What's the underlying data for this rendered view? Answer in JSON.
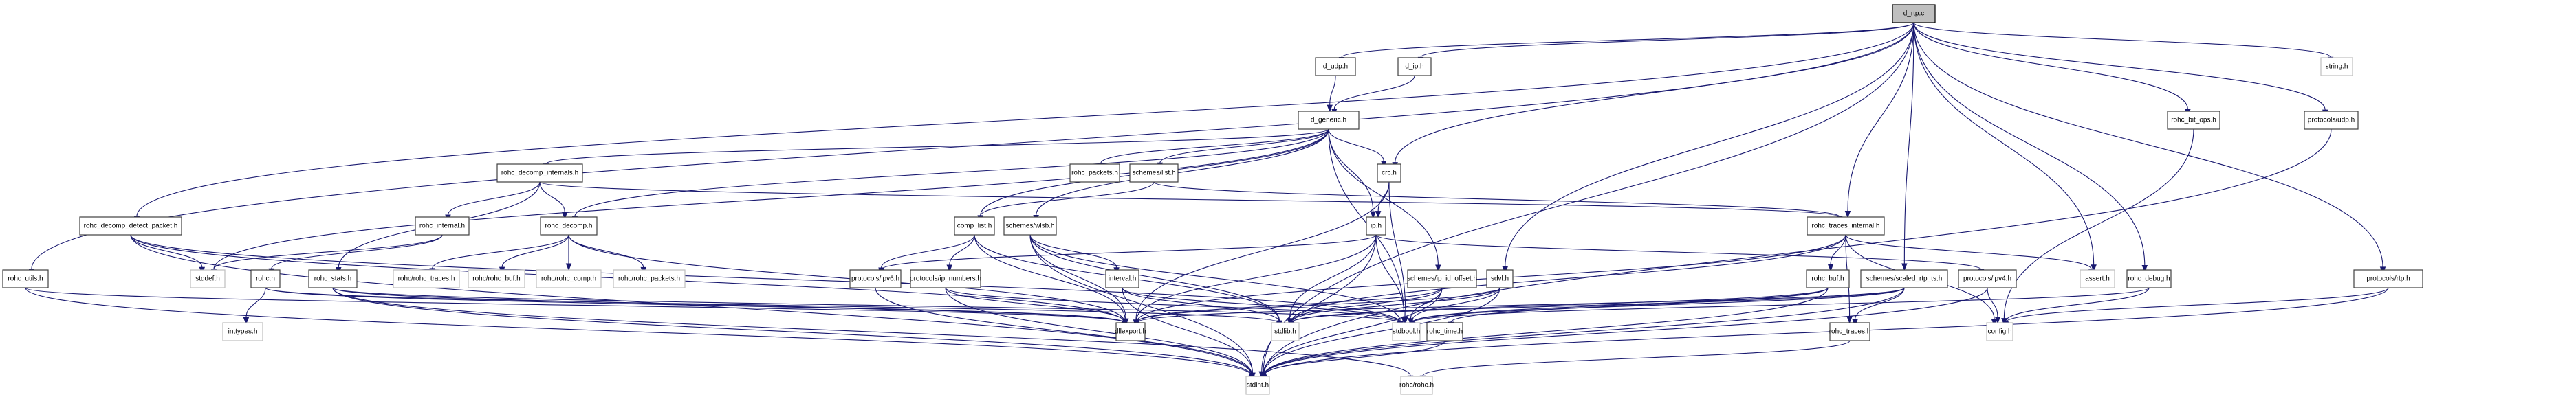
{
  "title": "d_rtp.c include dependency graph",
  "colors": {
    "edge": "#191970",
    "root_fill": "#bfbfbf",
    "documented_border": "#404040",
    "external_border": "#bfbfbf"
  },
  "nodes": [
    {
      "id": "d_rtp_c",
      "label": "d_rtp.c",
      "kind": "root"
    },
    {
      "id": "d_udp_h",
      "label": "d_udp.h",
      "kind": "documented"
    },
    {
      "id": "d_ip_h",
      "label": "d_ip.h",
      "kind": "documented"
    },
    {
      "id": "string_h",
      "label": "string.h",
      "kind": "external"
    },
    {
      "id": "d_generic_h",
      "label": "d_generic.h",
      "kind": "documented"
    },
    {
      "id": "rohc_bit_ops_h",
      "label": "rohc_bit_ops.h",
      "kind": "documented"
    },
    {
      "id": "protocols_udp_h",
      "label": "protocols/udp.h",
      "kind": "documented"
    },
    {
      "id": "rohc_decomp_internals_h",
      "label": "rohc_decomp_internals.h",
      "kind": "documented"
    },
    {
      "id": "rohc_packets_h",
      "label": "rohc_packets.h",
      "kind": "documented"
    },
    {
      "id": "schemes_list_h",
      "label": "schemes/list.h",
      "kind": "documented"
    },
    {
      "id": "crc_h",
      "label": "crc.h",
      "kind": "documented"
    },
    {
      "id": "rohc_decomp_detect_packet_h",
      "label": "rohc_decomp_detect_packet.h",
      "kind": "documented"
    },
    {
      "id": "rohc_internal_h",
      "label": "rohc_internal.h",
      "kind": "documented"
    },
    {
      "id": "rohc_decomp_h",
      "label": "rohc_decomp.h",
      "kind": "documented"
    },
    {
      "id": "comp_list_h",
      "label": "comp_list.h",
      "kind": "documented"
    },
    {
      "id": "schemes_wlsb_h",
      "label": "schemes/wlsb.h",
      "kind": "documented"
    },
    {
      "id": "ip_h",
      "label": "ip.h",
      "kind": "documented"
    },
    {
      "id": "rohc_traces_internal_h",
      "label": "rohc_traces_internal.h",
      "kind": "documented"
    },
    {
      "id": "rohc_utils_h",
      "label": "rohc_utils.h",
      "kind": "documented"
    },
    {
      "id": "stddef_h",
      "label": "stddef.h",
      "kind": "external"
    },
    {
      "id": "rohc_h",
      "label": "rohc.h",
      "kind": "documented"
    },
    {
      "id": "rohc_stats_h",
      "label": "rohc_stats.h",
      "kind": "documented"
    },
    {
      "id": "rohc_rohc_traces_h",
      "label": "rohc/rohc_traces.h",
      "kind": "external"
    },
    {
      "id": "rohc_rohc_buf_h",
      "label": "rohc/rohc_buf.h",
      "kind": "external"
    },
    {
      "id": "rohc_rohc_comp_h",
      "label": "rohc/rohc_comp.h",
      "kind": "external"
    },
    {
      "id": "rohc_rohc_packets_h",
      "label": "rohc/rohc_packets.h",
      "kind": "external"
    },
    {
      "id": "protocols_ipv6_h",
      "label": "protocols/ipv6.h",
      "kind": "documented"
    },
    {
      "id": "protocols_ip_numbers_h",
      "label": "protocols/ip_numbers.h",
      "kind": "documented"
    },
    {
      "id": "interval_h",
      "label": "interval.h",
      "kind": "documented"
    },
    {
      "id": "schemes_ip_id_offset_h",
      "label": "schemes/ip_id_offset.h",
      "kind": "documented"
    },
    {
      "id": "sdvl_h",
      "label": "sdvl.h",
      "kind": "documented"
    },
    {
      "id": "rohc_buf_h",
      "label": "rohc_buf.h",
      "kind": "documented"
    },
    {
      "id": "schemes_scaled_rtp_ts_h",
      "label": "schemes/scaled_rtp_ts.h",
      "kind": "documented"
    },
    {
      "id": "protocols_ipv4_h",
      "label": "protocols/ipv4.h",
      "kind": "documented"
    },
    {
      "id": "assert_h",
      "label": "assert.h",
      "kind": "external"
    },
    {
      "id": "rohc_debug_h",
      "label": "rohc_debug.h",
      "kind": "documented"
    },
    {
      "id": "protocols_rtp_h",
      "label": "protocols/rtp.h",
      "kind": "documented"
    },
    {
      "id": "inttypes_h",
      "label": "inttypes.h",
      "kind": "external"
    },
    {
      "id": "dllexport_h",
      "label": "dllexport.h",
      "kind": "documented"
    },
    {
      "id": "stdlib_h",
      "label": "stdlib.h",
      "kind": "external"
    },
    {
      "id": "stdbool_h",
      "label": "stdbool.h",
      "kind": "external"
    },
    {
      "id": "rohc_time_h",
      "label": "rohc_time.h",
      "kind": "documented"
    },
    {
      "id": "rohc_traces_h",
      "label": "rohc_traces.h",
      "kind": "documented"
    },
    {
      "id": "config_h",
      "label": "config.h",
      "kind": "external"
    },
    {
      "id": "stdint_h",
      "label": "stdint.h",
      "kind": "external"
    },
    {
      "id": "rohc_rohc_h",
      "label": "rohc/rohc.h",
      "kind": "external"
    }
  ],
  "edges": [
    [
      "d_rtp_c",
      "d_udp_h"
    ],
    [
      "d_rtp_c",
      "d_ip_h"
    ],
    [
      "d_rtp_c",
      "string_h"
    ],
    [
      "d_rtp_c",
      "rohc_bit_ops_h"
    ],
    [
      "d_rtp_c",
      "protocols_udp_h"
    ],
    [
      "d_rtp_c",
      "crc_h"
    ],
    [
      "d_rtp_c",
      "rohc_decomp_detect_packet_h"
    ],
    [
      "d_rtp_c",
      "rohc_utils_h"
    ],
    [
      "d_rtp_c",
      "rohc_traces_internal_h"
    ],
    [
      "d_rtp_c",
      "sdvl_h"
    ],
    [
      "d_rtp_c",
      "schemes_scaled_rtp_ts_h"
    ],
    [
      "d_rtp_c",
      "assert_h"
    ],
    [
      "d_rtp_c",
      "rohc_debug_h"
    ],
    [
      "d_rtp_c",
      "protocols_rtp_h"
    ],
    [
      "d_rtp_c",
      "stdint_h"
    ],
    [
      "d_udp_h",
      "d_generic_h"
    ],
    [
      "d_ip_h",
      "d_generic_h"
    ],
    [
      "d_generic_h",
      "rohc_decomp_internals_h"
    ],
    [
      "d_generic_h",
      "rohc_packets_h"
    ],
    [
      "d_generic_h",
      "schemes_list_h"
    ],
    [
      "d_generic_h",
      "crc_h"
    ],
    [
      "d_generic_h",
      "rohc_decomp_h"
    ],
    [
      "d_generic_h",
      "comp_list_h"
    ],
    [
      "d_generic_h",
      "schemes_wlsb_h"
    ],
    [
      "d_generic_h",
      "ip_h"
    ],
    [
      "d_generic_h",
      "schemes_ip_id_offset_h"
    ],
    [
      "d_generic_h",
      "stddef_h"
    ],
    [
      "d_generic_h",
      "stdbool_h"
    ],
    [
      "rohc_decomp_internals_h",
      "rohc_internal_h"
    ],
    [
      "rohc_decomp_internals_h",
      "rohc_decomp_h"
    ],
    [
      "rohc_decomp_internals_h",
      "rohc_stats_h"
    ],
    [
      "rohc_decomp_internals_h",
      "rohc_traces_internal_h"
    ],
    [
      "schemes_list_h",
      "comp_list_h"
    ],
    [
      "schemes_list_h",
      "rohc_traces_internal_h"
    ],
    [
      "crc_h",
      "ip_h"
    ],
    [
      "crc_h",
      "dllexport_h"
    ],
    [
      "crc_h",
      "stdbool_h"
    ],
    [
      "rohc_decomp_detect_packet_h",
      "stddef_h"
    ],
    [
      "rohc_decomp_detect_packet_h",
      "dllexport_h"
    ],
    [
      "rohc_decomp_detect_packet_h",
      "stdint_h"
    ],
    [
      "rohc_decomp_detect_packet_h",
      "stdbool_h"
    ],
    [
      "rohc_internal_h",
      "rohc_h"
    ],
    [
      "rohc_internal_h",
      "stddef_h"
    ],
    [
      "rohc_decomp_h",
      "rohc_rohc_traces_h"
    ],
    [
      "rohc_decomp_h",
      "rohc_rohc_buf_h"
    ],
    [
      "rohc_decomp_h",
      "rohc_rohc_comp_h"
    ],
    [
      "rohc_decomp_h",
      "rohc_rohc_packets_h"
    ],
    [
      "rohc_decomp_h",
      "dllexport_h"
    ],
    [
      "comp_list_h",
      "protocols_ipv6_h"
    ],
    [
      "comp_list_h",
      "protocols_ip_numbers_h"
    ],
    [
      "comp_list_h",
      "dllexport_h"
    ],
    [
      "comp_list_h",
      "stdlib_h"
    ],
    [
      "schemes_wlsb_h",
      "interval_h"
    ],
    [
      "schemes_wlsb_h",
      "dllexport_h"
    ],
    [
      "schemes_wlsb_h",
      "stdlib_h"
    ],
    [
      "schemes_wlsb_h",
      "stdint_h"
    ],
    [
      "schemes_wlsb_h",
      "stdbool_h"
    ],
    [
      "ip_h",
      "protocols_ipv6_h"
    ],
    [
      "ip_h",
      "protocols_ipv4_h"
    ],
    [
      "ip_h",
      "dllexport_h"
    ],
    [
      "ip_h",
      "stdlib_h"
    ],
    [
      "ip_h",
      "stdint_h"
    ],
    [
      "ip_h",
      "stdbool_h"
    ],
    [
      "rohc_traces_internal_h",
      "rohc_buf_h"
    ],
    [
      "rohc_traces_internal_h",
      "rohc_traces_h"
    ],
    [
      "rohc_traces_internal_h",
      "assert_h"
    ],
    [
      "rohc_traces_internal_h",
      "config_h"
    ],
    [
      "rohc_traces_internal_h",
      "dllexport_h"
    ],
    [
      "rohc_traces_internal_h",
      "stdlib_h"
    ],
    [
      "rohc_utils_h",
      "dllexport_h"
    ],
    [
      "rohc_utils_h",
      "stdint_h"
    ],
    [
      "rohc_h",
      "inttypes_h"
    ],
    [
      "rohc_h",
      "dllexport_h"
    ],
    [
      "rohc_h",
      "stdlib_h"
    ],
    [
      "rohc_stats_h",
      "stdint_h"
    ],
    [
      "rohc_stats_h",
      "stdbool_h"
    ],
    [
      "rohc_stats_h",
      "dllexport_h"
    ],
    [
      "protocols_ipv6_h",
      "stdint_h"
    ],
    [
      "protocols_ip_numbers_h",
      "stdint_h"
    ],
    [
      "protocols_ip_numbers_h",
      "stdbool_h"
    ],
    [
      "protocols_ip_numbers_h",
      "dllexport_h"
    ],
    [
      "interval_h",
      "stdint_h"
    ],
    [
      "interval_h",
      "stdlib_h"
    ],
    [
      "interval_h",
      "stdbool_h"
    ],
    [
      "schemes_ip_id_offset_h",
      "dllexport_h"
    ],
    [
      "schemes_ip_id_offset_h",
      "stdlib_h"
    ],
    [
      "schemes_ip_id_offset_h",
      "stdint_h"
    ],
    [
      "schemes_ip_id_offset_h",
      "stdbool_h"
    ],
    [
      "sdvl_h",
      "dllexport_h"
    ],
    [
      "sdvl_h",
      "stdlib_h"
    ],
    [
      "sdvl_h",
      "stdint_h"
    ],
    [
      "sdvl_h",
      "stdbool_h"
    ],
    [
      "rohc_buf_h",
      "rohc_time_h"
    ],
    [
      "rohc_buf_h",
      "stdlib_h"
    ],
    [
      "rohc_buf_h",
      "stdint_h"
    ],
    [
      "rohc_buf_h",
      "stdbool_h"
    ],
    [
      "schemes_scaled_rtp_ts_h",
      "rohc_traces_h"
    ],
    [
      "schemes_scaled_rtp_ts_h",
      "stdlib_h"
    ],
    [
      "schemes_scaled_rtp_ts_h",
      "stdint_h"
    ],
    [
      "schemes_scaled_rtp_ts_h",
      "stdbool_h"
    ],
    [
      "schemes_scaled_rtp_ts_h",
      "dllexport_h"
    ],
    [
      "protocols_ipv4_h",
      "config_h"
    ],
    [
      "protocols_ipv4_h",
      "stdint_h"
    ],
    [
      "rohc_debug_h",
      "config_h"
    ],
    [
      "rohc_debug_h",
      "stdbool_h"
    ],
    [
      "protocols_rtp_h",
      "config_h"
    ],
    [
      "protocols_rtp_h",
      "stdint_h"
    ],
    [
      "protocols_udp_h",
      "stdint_h"
    ],
    [
      "rohc_bit_ops_h",
      "config_h"
    ],
    [
      "rohc_time_h",
      "stdint_h"
    ],
    [
      "rohc_traces_h",
      "rohc_rohc_h"
    ],
    [
      "rohc_stats_h",
      "rohc_rohc_h"
    ]
  ]
}
